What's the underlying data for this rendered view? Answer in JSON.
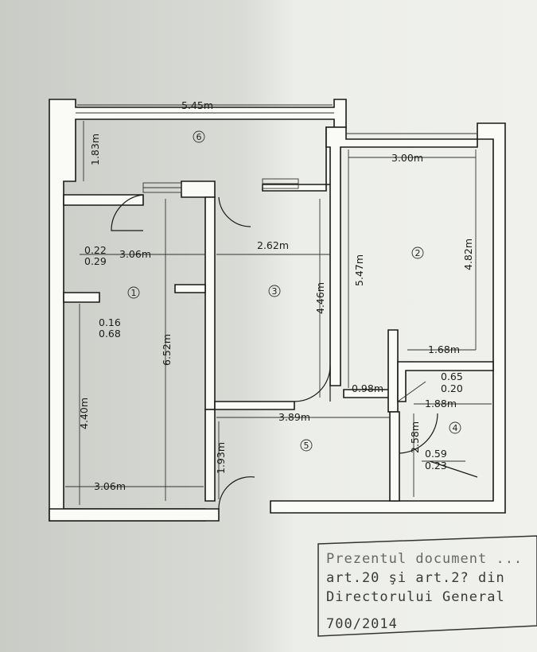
{
  "rooms": [
    "1",
    "2",
    "3",
    "4",
    "5",
    "6"
  ],
  "dimensions": {
    "room6_width": "5.45m",
    "room6_depth": "1.83m",
    "room2_width": "3.00m",
    "room2_depth": "4.82m",
    "room2_wall": "5.47m",
    "room2_small": "1.68m",
    "room1_a": "0.22",
    "room1_b": "0.29",
    "room1_width": "3.06m",
    "room1_c": "0.16",
    "room1_d": "0.68",
    "room1_depth": "6.52m",
    "room1_lower": "4.40m",
    "room1_bottom": "3.06m",
    "room3_width": "2.62m",
    "room3_depth": "4.46m",
    "door_098": "0.98m",
    "room4_a": "0.65",
    "room4_b": "0.20",
    "room4_width": "1.88m",
    "room4_c": "0.59",
    "room4_d": "0.23",
    "hall_width": "3.89m",
    "hall_depth": "1.93m",
    "hall_side": "2.58m"
  },
  "stamp": {
    "lines": [
      "Prezentul document ...",
      "art.20  şi  art.2?  din",
      "Directorului  General",
      "700/2014"
    ]
  },
  "colors": {
    "paper": "#e6e8e3",
    "ink": "#1a1a1a",
    "shadow": "#b9bcb6"
  }
}
